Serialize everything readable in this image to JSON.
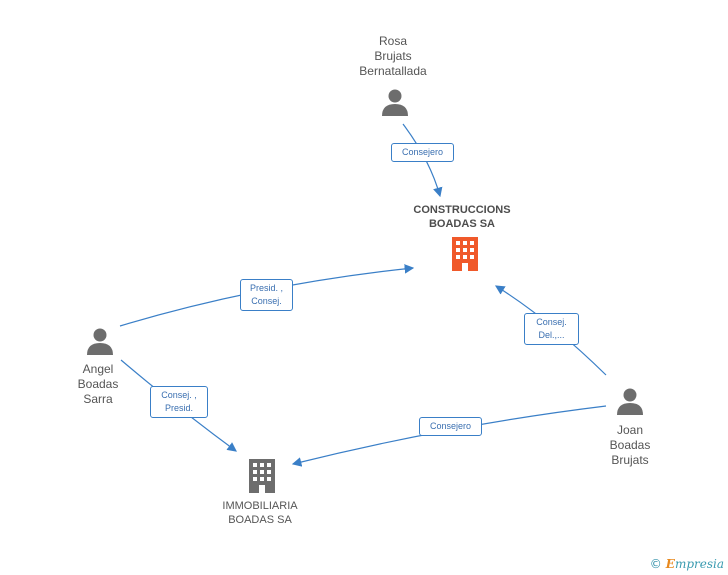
{
  "persons": {
    "rosa": {
      "name": "Rosa\nBrujats\nBernatallada"
    },
    "angel": {
      "name": "Angel\nBoadas\nSarra"
    },
    "joan": {
      "name": "Joan\nBoadas\nBrujats"
    }
  },
  "companies": {
    "construccions": {
      "name": "CONSTRUCCIONS\nBOADAS SA",
      "color": "#f0592a"
    },
    "immobiliaria": {
      "name": "IMMOBILIARIA\nBOADAS SA",
      "color": "#6d6d6d"
    }
  },
  "edges": {
    "rosa_construccions": "Consejero",
    "angel_construccions": "Presid. ,\nConsej.",
    "joan_construccions": "Consej.\nDel.,...",
    "angel_immobiliaria": "Consej. ,\nPresid.",
    "joan_immobiliaria": "Consejero"
  },
  "colors": {
    "edge": "#3a7fc7",
    "person": "#6d6d6d"
  },
  "brand": {
    "copyright": "©",
    "e": "E",
    "rest": "mpresia"
  }
}
